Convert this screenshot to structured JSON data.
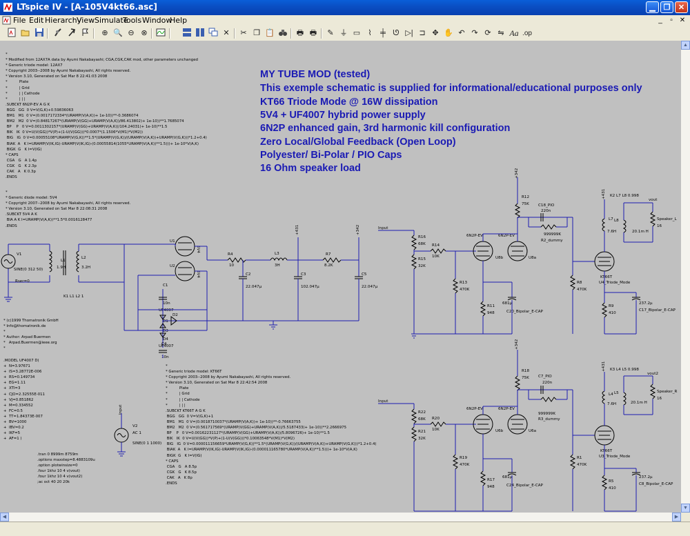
{
  "window": {
    "title": "LTspice IV - [A-105V4kt66.asc]",
    "controls": [
      "minimize",
      "restore",
      "close"
    ]
  },
  "menu": [
    "File",
    "Edit",
    "Hierarchy",
    "View",
    "Simulate",
    "Tools",
    "Window",
    "Help"
  ],
  "toolbar_icons": [
    "new-schematic",
    "open",
    "save",
    "control-panel",
    "run",
    "halt",
    "zoom-in",
    "zoom-back",
    "zoom-out",
    "zoom-full",
    "autoscale",
    "tile-vertical",
    "tile-horizontal",
    "cascade",
    "close-window",
    "cut",
    "copy",
    "paste",
    "find",
    "print",
    "print-setup",
    "draw-wire",
    "ground",
    "label",
    "resistor",
    "capacitor",
    "inductor",
    "diode",
    "component",
    "move",
    "drag",
    "undo",
    "redo",
    "rotate",
    "mirror",
    "text",
    "spice-directive"
  ],
  "mod_notes": [
    "MY TUBE MOD (tested)",
    "This exemple schematic is supplied for informational/educational purposes only",
    "KT66 Triode Mode @ 16W dissipation",
    "5V4 + UF4007 hybrid power supply",
    "6N2P enhanced gain, 3rd harmonic kill configuration",
    "Zero Local/Global Feedback (Open Loop)",
    "Polyester/ Bi-Polar / PIO Caps",
    "16 Ohm speaker load"
  ],
  "spice_12ax7": [
    "*",
    "* Modified from 12AX7A data by Ayumi Nakabayashi; CGA,CGK,CAK mod, other parameters unchanged",
    "* Generic triode model: 12AX7",
    "* Copyright 2003--2008 by Ayumi Nakabayashi, All rights reserved.",
    "* Version 3.10, Generated on Sat Mar 8 22:41:03 2008",
    "*          Plate",
    "*          | Grid",
    "*          | | Cathode",
    "*          | | |",
    ".SUBCKT 6N2P-EV A G K",
    " BGG   GG  0 V=V(G,K)+0.59836063",
    " BM1   M1  0 V=(0.0017172334*(URAMP(V(A,K))+ 1e-10))**-0.3686074",
    " BM2   M2  0 V=(0.84817267*(URAMP(V(GG)+URAMP(V(A,K))/86.413802)+ 1e-10))**1.7685074",
    " BP    P   0 V=0.0011302157*(URAMP(V(GG)+URAMP(V(A,K))/104.24031)+ 1e-10)**1.5",
    " BIK   IK  0 V=U(V(GG))*V(P)+(1-U(V(GG)))*0.0007*(1.1506*V(M1)*V(M2))",
    " BIG   IG  0 V=0.00055108*URAMP(V(G,K))**1.5*(URAMP(V(G,K))/(URAMP(V(A,K))+URAMP(V(G,K)))*1.2+0.4)",
    " BIAK  A   K I=URAMP(V(IK,IG)-URAMP(V(IK,IG)-(0.00055814(1055*URAMP(V(A,K))**1.5)))+ 1e-10*V(A,K)",
    " BIGK  G   K I=V(IG)",
    "* CAPS",
    " CGA   G   A 1.4p",
    " CGK   G   K 2.3p",
    " CAK   A   K 0.3p",
    ".ENDS"
  ],
  "spice_5v4": [
    "*",
    "* Generic diode model: 5V4",
    "* Copyright 2007--2008 by Ayumi Nakabayashi, All rights reserved.",
    "* Version 3.10, Generated on Sat Mar 8 22:08:31 2008",
    ".SUBCKT 5V4 A K",
    " BIA A K I=URAMP(V(A,K))**1.5*0.0016128477",
    ".ENDS"
  ],
  "credit": [
    "* (c)1999 Thomatronik GmbH",
    "* Info@thomatronik.de",
    "*",
    "* Author: Arpad Buermen",
    "*   Arpad.Buermen@ieee.org",
    "*"
  ],
  "model_uf4007": [
    ".MODEL UF4007 D(",
    "+  N=3.97671",
    "+  IS=3.28772E-006",
    "+  RS=0.149734",
    "+  EG=1.11",
    "+  XTI=3",
    "+  CJO=2.32555E-011",
    "+  VJ=0.851862",
    "+  M=0.334552",
    "+  FC=0.5",
    "+  TT=1.84373E-007",
    "+  BV=1000",
    "+  IBV=0.2",
    "+  IKF=5",
    "+  AF=1 )"
  ],
  "directives": [
    ".tran 0 8999m 8759m",
    ".options maxstep=8.4883109u",
    ".option plotwinsize=0",
    ".four 1khz 10 4 v(vout)",
    ".four 1khz 10 4 v(vout2)",
    ";ac oct 40 20 20k"
  ],
  "spice_kt66": [
    "*",
    "* Generic triode model: KT66T",
    "* Copyright 2003--2008 by Ayumi Nakabayashi, All rights reserved.",
    "* Version 3.10, Generated on Sat Mar 8 22:42:54 2008",
    "*          Plate",
    "*          | Grid",
    "*          | | Cathode",
    "*          | | |",
    ".SUBCKT KT66T A G K",
    " BGG   GG  0 V=V(G,K)+1",
    " BM1   M1  0 V=(0.0018710037*(URAMP(V(A,K))+ 1e-10))**-0.76663755",
    " BM2   M2  0 V=(0.561717569*(URAMP(V(GG)+URAMP(V(A,K))/5.5187433)+ 1e-10))**2.2666975",
    " BP    P   0 V=0.00162231127*(URAMP(V(GG)+URAMP(V(A,K))/5.8096726)+ 1e-10)**1.5",
    " BIK   IK  0 V=U(V(GG))*V(P)+(1-U(V(GG)))*0.10063548*V(M1)*V(M2)",
    " BIG   IG  0 V=0.000011156659*URAMP(V(G,K))**1.5*(URAMP(V(G,K))/(URAMP(V(A,K))+URAMP(V(G,K)))*1.2+0.4)",
    " BIAK  A   K I=URAMP(V(IK,IG)-URAMP(V(IK,IG)-(0.000011165780*URAMP(V(A,K))**1.5)))+ 1e-10*V(A,K)",
    " BIGK  G   K I=V(IG)",
    "* CAPS",
    " CGA   G   A 8.5p",
    " CGK   G   K 8.5p",
    " CAK   A   K 8p",
    ".ENDS"
  ],
  "labels": {
    "v1": "V1",
    "v1_val": "SINE(0 312 50)",
    "rser": "Rser=0",
    "l1": "L1",
    "l1_val": "1.9H",
    "l2": "L2",
    "l2_val": "3.2H",
    "k_l1l2": "K1 L1 L2 1",
    "u1": "U1",
    "u2": "U2",
    "tube_5v4": "5V4",
    "c1": "C1",
    "c1_val": "10n",
    "c4": "C4",
    "c4_val": "10n",
    "d1": "D1",
    "d2": "D2",
    "d3": "D3",
    "d4": "D4",
    "uf4007": "UF4007",
    "r4": "R4",
    "r4_val": "10",
    "l3": "L3",
    "l3_val": "3H",
    "r7": "R7",
    "r7_val": "8.2K",
    "c2": "C2",
    "c2_val": "22.047µ",
    "c3": "C3",
    "c3_val": "102.047µ",
    "c5": "C5",
    "c5_val": "22.047µ",
    "plus431": "+431",
    "plus342": "+342",
    "plus342b": "+342",
    "plus342c": "+342",
    "plus431b": "+431",
    "plus431c": "+431",
    "input": "Input",
    "input2": "Input",
    "r16": "R16",
    "r16_val": "68K",
    "r15": "R15",
    "r15_val": "32K",
    "r14": "R14",
    "r14_val": "10K",
    "r13": "R13",
    "r13_val": "470K",
    "r11": "R11",
    "r11_val": "948",
    "tube_6n2p": "6N2P-EV",
    "tube_6n2p2": "6N2P-EV",
    "u8a": "U8a",
    "u8b": "U8b",
    "r12": "R12",
    "r12_val": "75K",
    "c18": "C18_PIO",
    "c18_val": "220n",
    "r2": "R2_dummy",
    "r2_val": "999999K",
    "c20": "C20_Bipolar_E-CAP",
    "c20_val": "681µ",
    "r8": "R8",
    "r8_val": "470K",
    "u4": "U4_Triode_Mode",
    "kt66t": "KT66T",
    "r9": "R9",
    "r9_val": "410",
    "c17": "C17_Bipolar_E-CAP",
    "c17_val": "237.2µ",
    "k2": "K2 L7 L8 0.998",
    "l7": "L7",
    "l7_val": "7.6H",
    "l8": "L8",
    "l8_val": "20.1m H",
    "vout": "vout",
    "spk1": "Speaker_L",
    "spk1_val": "16",
    "r22": "R22",
    "r22_val": "68K",
    "r21": "R21",
    "r21_val": "32K",
    "r20": "R20",
    "r20_val": "10K",
    "r19": "R19",
    "r19_val": "470K",
    "r17": "R17",
    "r17_val": "948",
    "u6a": "U6a",
    "u6b": "U6b",
    "r18": "R18",
    "r18_val": "75K",
    "c7": "C7_PIO",
    "c7_val": "220n",
    "r3": "R3_dummy",
    "r3_val": "999999K",
    "c24": "C24_Bipolar_E-CAP",
    "c24_val": "681µ",
    "r1": "R1",
    "r1_val": "470K",
    "u3": "U3_Triode_Mode",
    "kt66t2": "KT66T",
    "r5": "R5",
    "r5_val": "410",
    "c8": "C8_Bipolar_E-CAP",
    "c8_val": "237.2µ",
    "k3": "K3 L4 L5 0.998",
    "l4": "L4",
    "l4_val": "7.6H",
    "l5": "L5",
    "l5_val": "20.1m H",
    "vout2": "vout2",
    "spk2": "Speaker_R",
    "spk2_val": "16",
    "v2": "V2",
    "v2_ac": "AC 1",
    "v2_val": "SINE(0 1 1000)",
    "input3": "Input"
  },
  "colors": {
    "wire": "#1b1bb0",
    "note": "#1a1ab4",
    "canvas": "#c0c0c0"
  }
}
